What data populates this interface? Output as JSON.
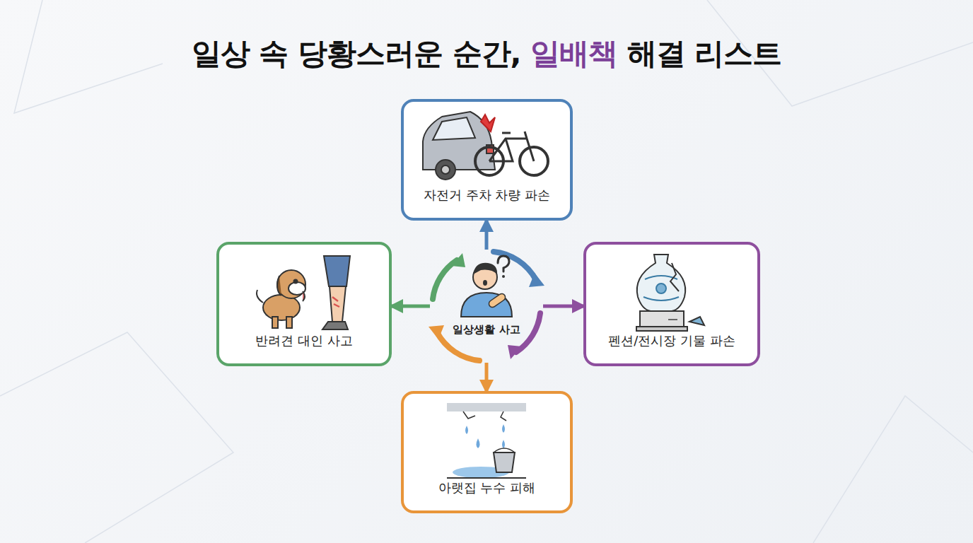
{
  "diagram": {
    "title": "일상 속 당황스러운 순간, 일배책 해결 리스트",
    "nodes": [
      {
        "text": [
          "일상생활 사고"
        ]
      },
      {
        "text": [
          "자전거 주차 차량 파손"
        ]
      },
      {
        "text": [
          "펜션/전시장 기물 파손"
        ]
      },
      {
        "text": [
          "아랫집 누수 피해"
        ]
      },
      {
        "text": [
          "반려견 대인 사고"
        ]
      }
    ],
    "edges": [
      {
        "from": 0,
        "to": 1,
        "arrow": "to"
      },
      {
        "from": 0,
        "to": 2,
        "arrow": "to"
      },
      {
        "from": 0,
        "to": 3,
        "arrow": "to"
      },
      {
        "from": 0,
        "to": 4,
        "arrow": "to"
      }
    ]
  }
}
